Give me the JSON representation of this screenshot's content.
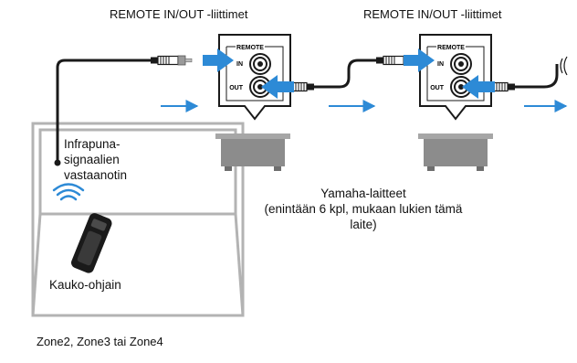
{
  "connector_labels": [
    "REMOTE IN/OUT -liittimet",
    "REMOTE IN/OUT -liittimet"
  ],
  "jack_panel": {
    "title": "REMOTE",
    "in": "IN",
    "out": "OUT"
  },
  "ir_receiver_label": "Infrapuna-\nsignaalien\nvastaanotin",
  "remote_control_label": "Kauko-ohjain",
  "room_label": "Zone2, Zone3 tai Zone4",
  "devices_label": "Yamaha-laitteet\n(enintään 6 kpl, mukaan lukien tämä\nlaite)",
  "colors": {
    "arrow": "#2d8ad6",
    "cable": "#1a1a1a",
    "room_wall": "#b3b3b3",
    "device": "#8c8c8c",
    "wave": "#2d8ad6"
  },
  "icons": [
    "remote-control-icon",
    "ir-wave-icon",
    "device-icon",
    "jack-icon",
    "plug-icon"
  ]
}
